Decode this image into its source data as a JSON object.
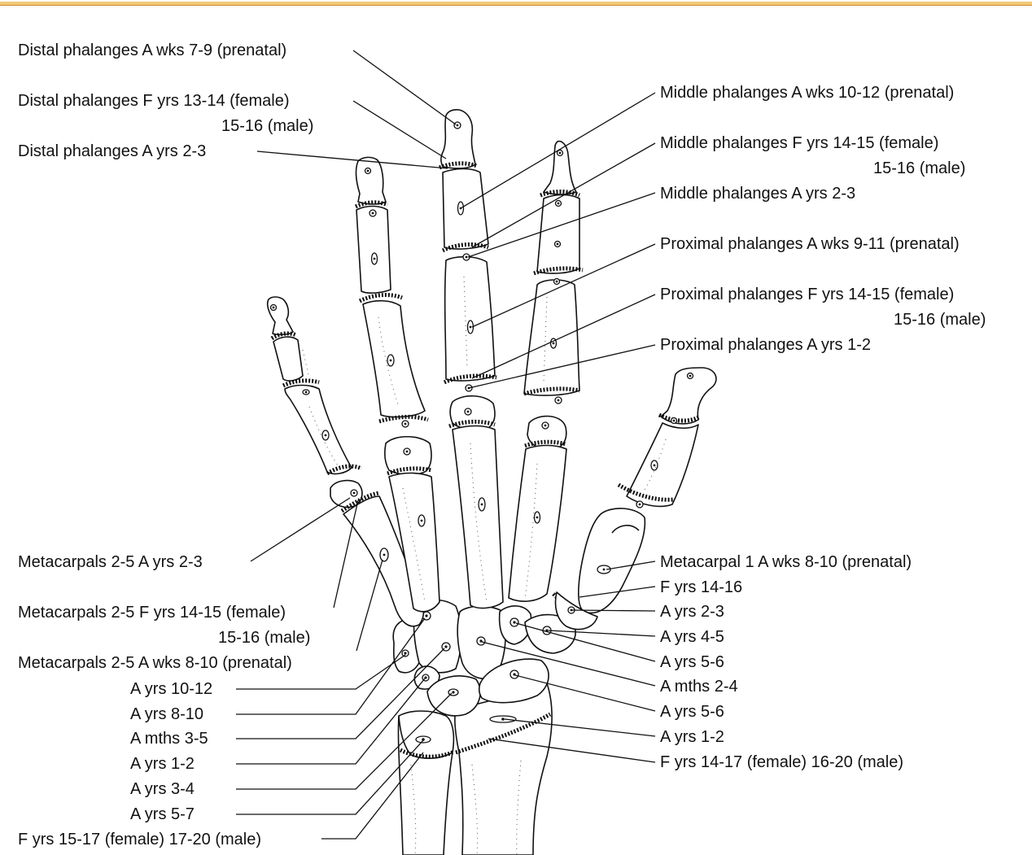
{
  "colors": {
    "accent_bar": "#f4c97a",
    "ink": "#111111",
    "background": "#ffffff"
  },
  "labels_left": {
    "distal_primary": "Distal phalanges A wks 7-9 (prenatal)",
    "distal_fusion_female": "Distal phalanges F yrs 13-14 (female)",
    "distal_fusion_male": "15-16 (male)",
    "distal_secondary": "Distal phalanges A yrs 2-3",
    "meta25_secondary": "Metacarpals 2-5 A yrs 2-3",
    "meta25_fusion_female": "Metacarpals 2-5 F yrs 14-15 (female)",
    "meta25_fusion_male": "15-16 (male)",
    "meta25_primary": "Metacarpals 2-5 A wks 8-10 (prenatal)",
    "hamate": "A yrs 10-12",
    "pisiform": "A yrs 8-10",
    "hamate_body": "A mths 3-5",
    "triquetrum": "A yrs 1-2",
    "lunate": "A yrs 3-4",
    "ulna_epiphysis": "A yrs 5-7",
    "ulna_fusion": "F yrs 15-17 (female) 17-20 (male)"
  },
  "labels_right": {
    "middle_primary": "Middle phalanges A wks 10-12 (prenatal)",
    "middle_fusion_female": "Middle phalanges F yrs 14-15 (female)",
    "middle_fusion_male": "15-16 (male)",
    "middle_secondary": "Middle phalanges A yrs 2-3",
    "proximal_primary": "Proximal phalanges A wks 9-11 (prenatal)",
    "proximal_fusion_female": "Proximal phalanges F yrs 14-15 (female)",
    "proximal_fusion_male": "15-16 (male)",
    "proximal_secondary": "Proximal phalanges A yrs 1-2",
    "meta1_primary": "Metacarpal 1 A wks 8-10 (prenatal)",
    "meta1_fusion": "F yrs 14-16",
    "meta1_secondary": "A yrs 2-3",
    "trapezium": "A yrs 4-5",
    "trapezoid": "A yrs 5-6",
    "capitate": "A mths 2-4",
    "scaphoid": "A yrs 5-6",
    "radius_epiphysis": "A yrs 1-2",
    "radius_fusion": "F yrs 14-17 (female) 16-20 (male)"
  }
}
